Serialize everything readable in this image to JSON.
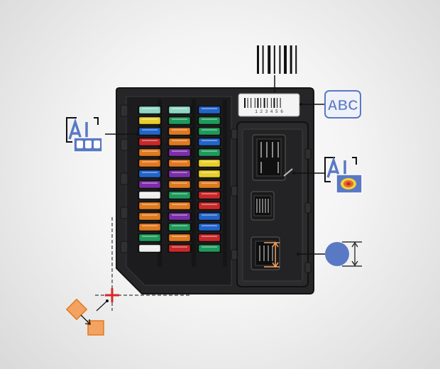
{
  "barcode": {
    "digits": "1 2 3 4 5 6"
  },
  "badges": {
    "text_recognition": "ABC"
  },
  "fuse_colors": {
    "yellow": "#e8d02a",
    "blue": "#2364c9",
    "red": "#c8282a",
    "orange": "#e07a20",
    "purple": "#7c2fa8",
    "green": "#1f9a5b",
    "white": "#eeeeee",
    "clear": "#8fd6c4"
  },
  "fuse_columns": [
    [
      "clear",
      "yellow",
      "blue",
      "red",
      "orange",
      "orange",
      "blue",
      "purple",
      "white",
      "orange",
      "orange",
      "orange",
      "green",
      "white"
    ],
    [
      "clear",
      "green",
      "orange",
      "orange",
      "purple",
      "orange",
      "purple",
      "orange",
      "green",
      "orange",
      "purple",
      "green",
      "orange",
      "red"
    ],
    [
      "blue",
      "green",
      "green",
      "blue",
      "green",
      "yellow",
      "yellow",
      "orange",
      "red",
      "red",
      "blue",
      "blue",
      "red",
      "green"
    ]
  ],
  "accent_colors": {
    "icon_blue": "#5a79c4",
    "orange": "#f4a261",
    "crosshair_red": "#d62828"
  }
}
